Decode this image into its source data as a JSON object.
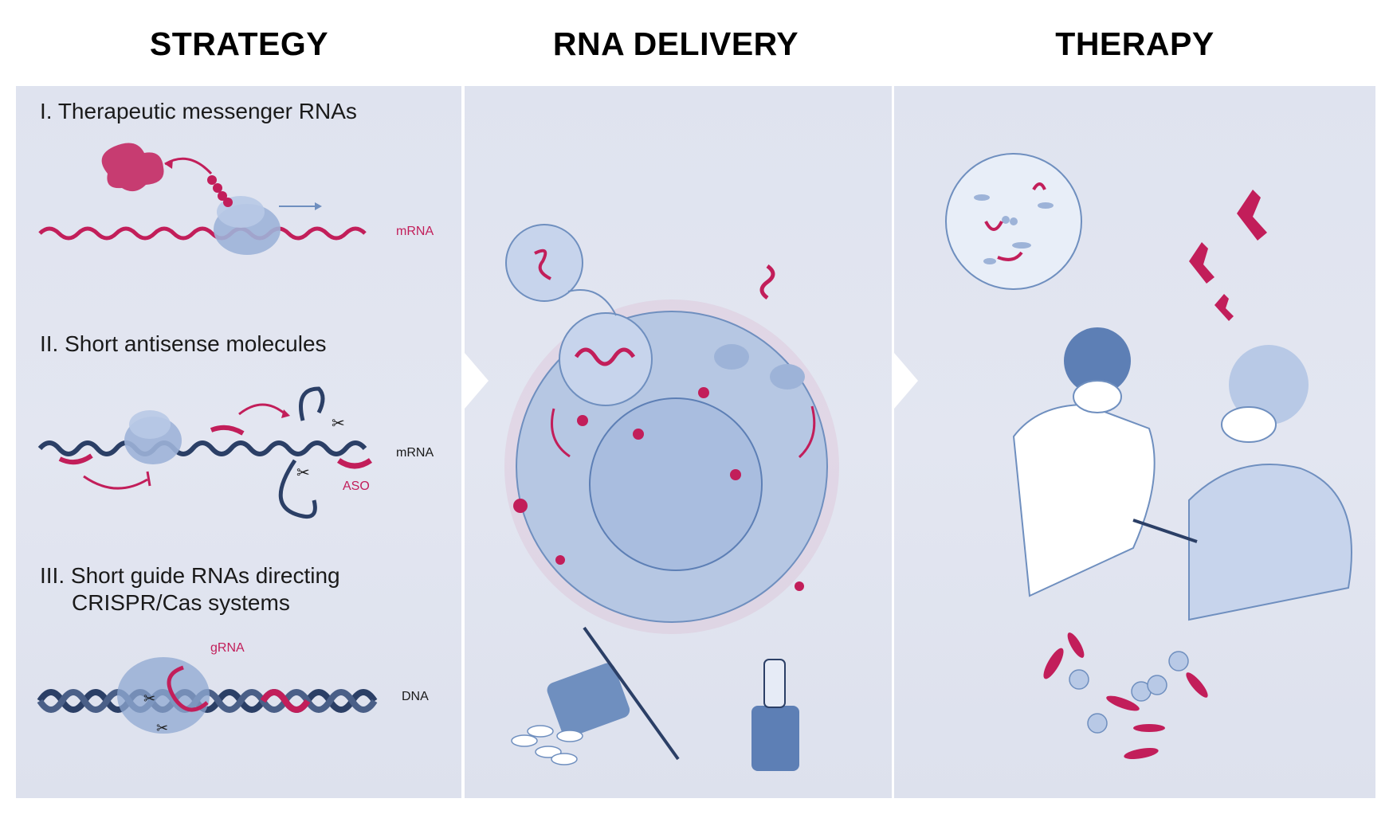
{
  "headers": {
    "strategy": "STRATEGY",
    "delivery": "RNA DELIVERY",
    "therapy": "THERAPY"
  },
  "strategy": {
    "item1": "I. Therapeutic messenger RNAs",
    "item2": "II. Short antisense molecules",
    "item3_line1": "III. Short guide RNAs directing",
    "item3_line2": "CRISPR/Cas systems",
    "mrna_label_1": "mRNA",
    "mrna_label_2": "mRNA",
    "aso_label": "ASO",
    "grna_label": "gRNA",
    "dna_label": "DNA"
  },
  "colors": {
    "accent_red": "#c21e5a",
    "navy": "#2b3f66",
    "blue": "#6f8fbf",
    "panel_bg": "#e0e4ef"
  }
}
